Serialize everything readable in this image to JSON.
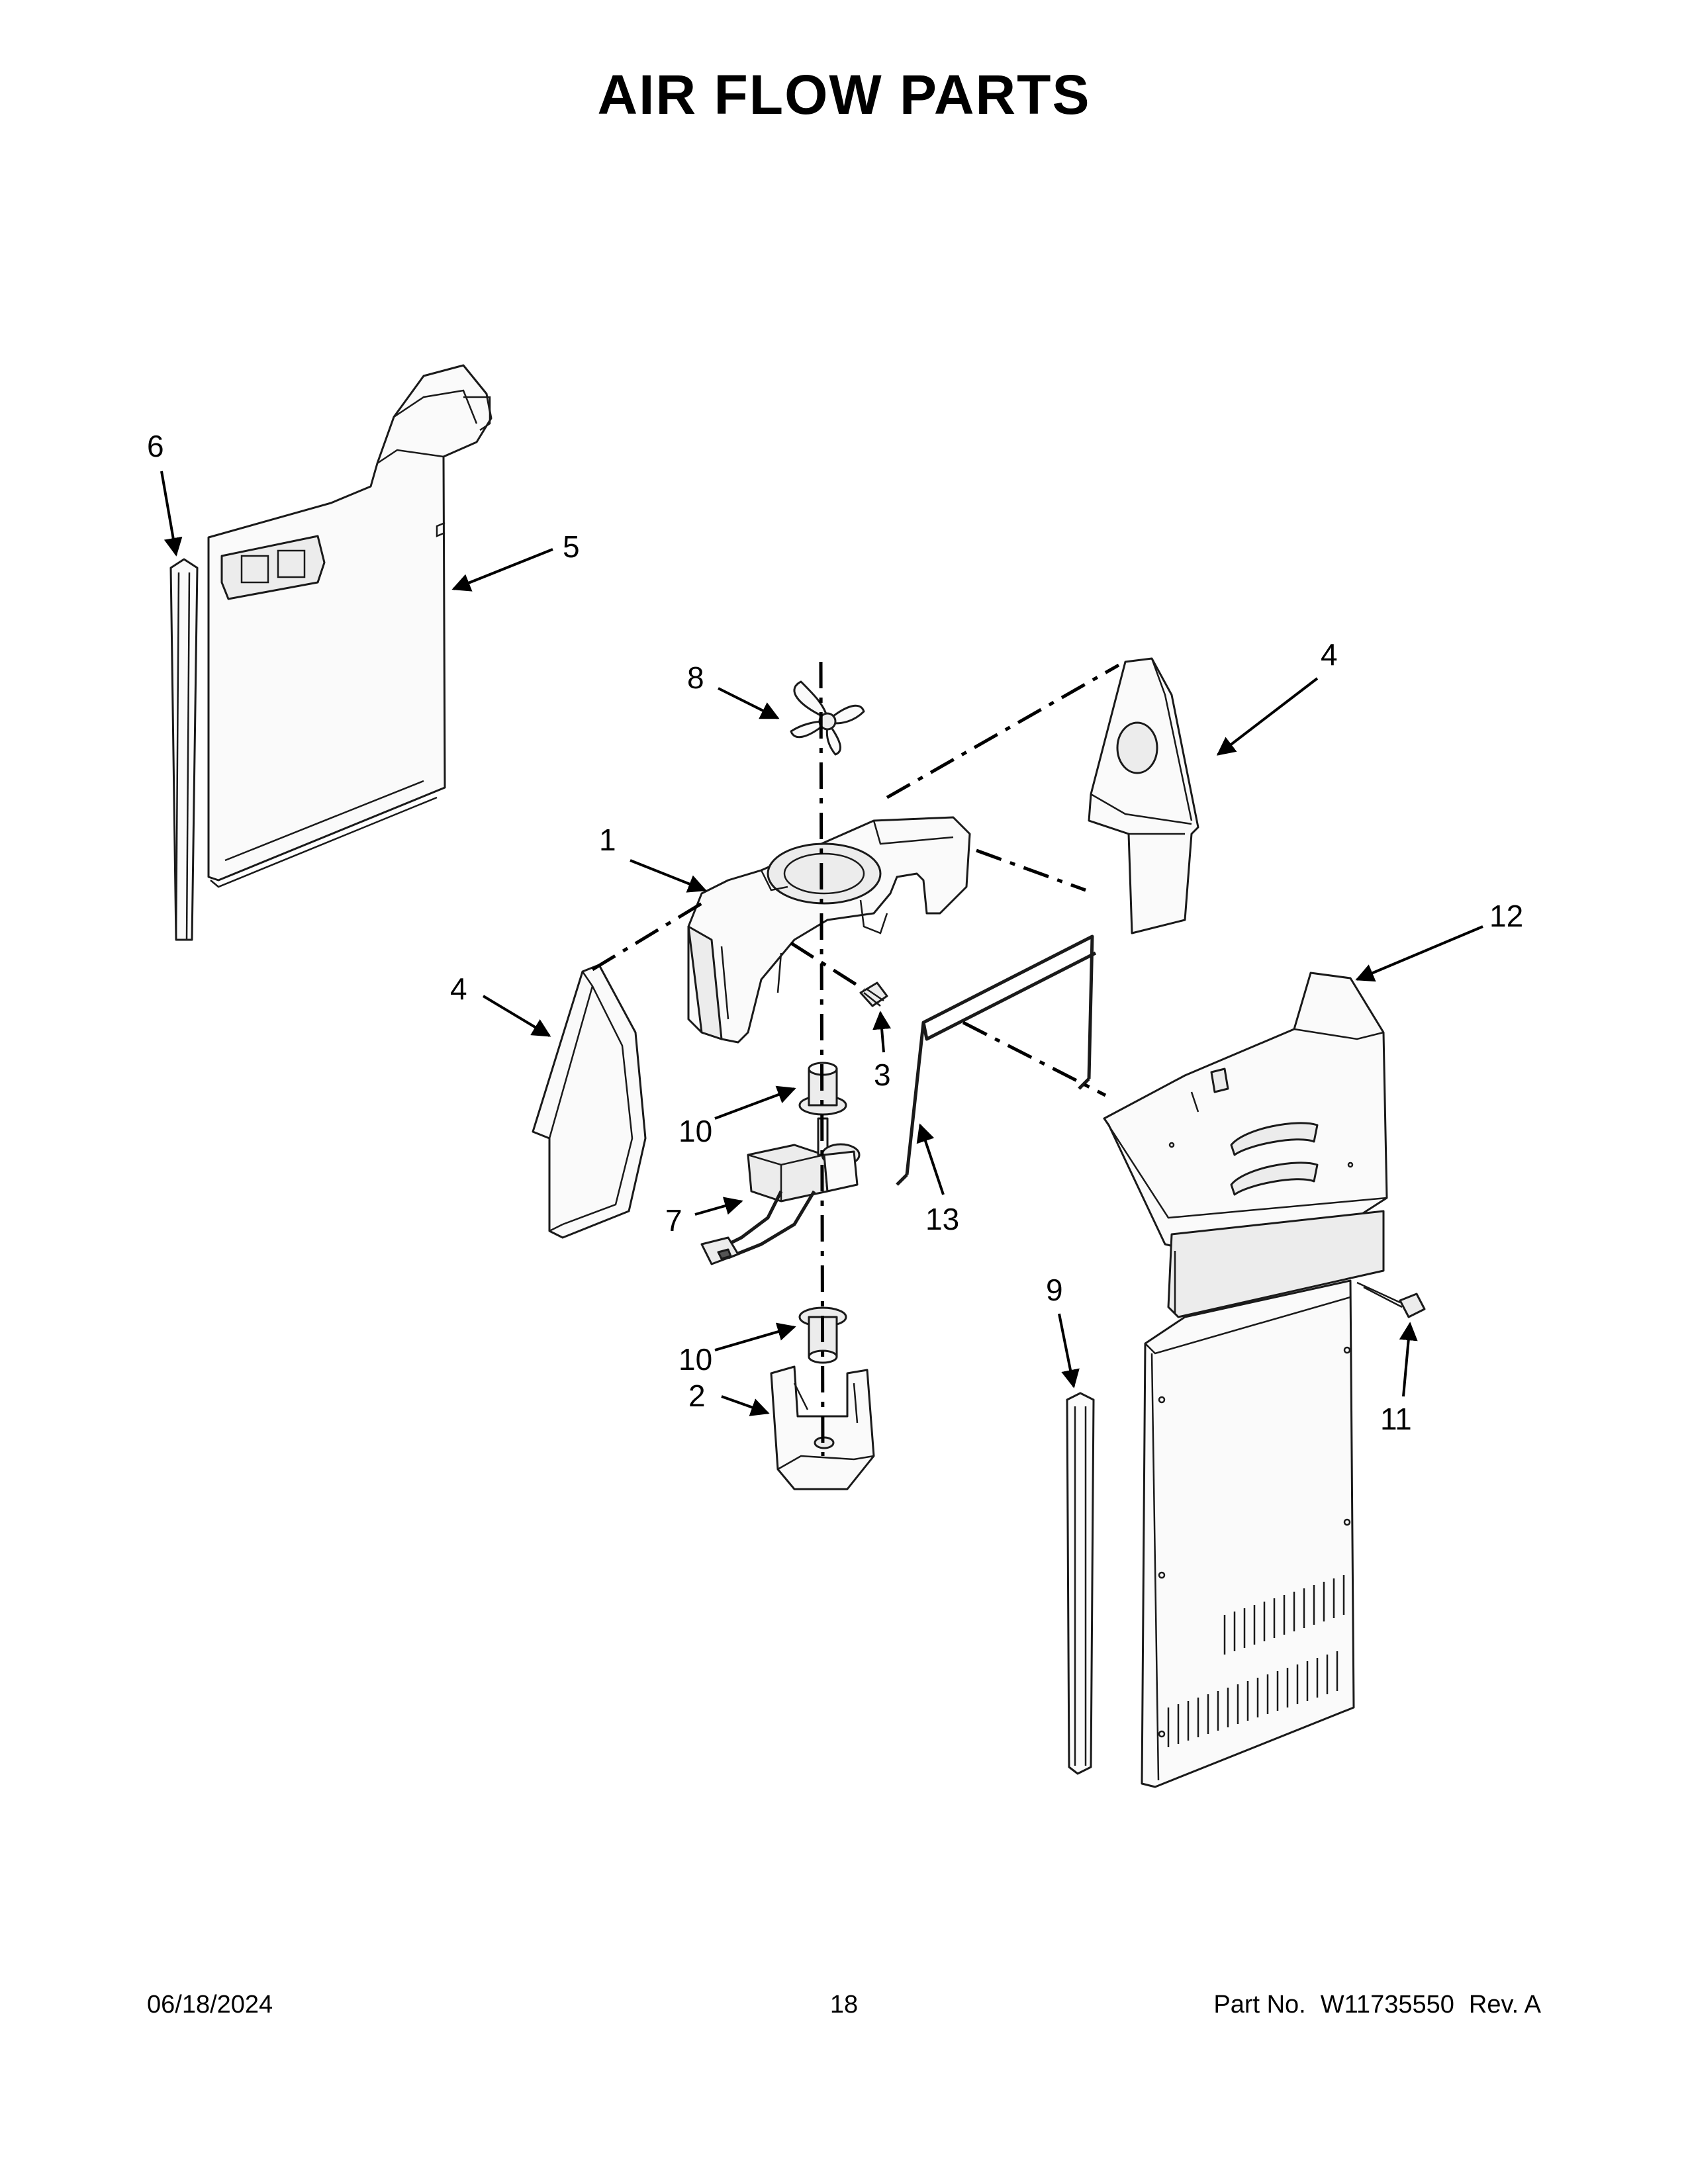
{
  "page": {
    "title": "AIR FLOW PARTS",
    "date": "06/18/2024",
    "page_number": "18",
    "part_label": "Part No.",
    "part_number": "W11735550",
    "revision": "Rev. A"
  },
  "callouts": {
    "c1": "1",
    "c2": "2",
    "c3": "3",
    "c4a": "4",
    "c4b": "4",
    "c5": "5",
    "c6": "6",
    "c7": "7",
    "c8": "8",
    "c9": "9",
    "c10a": "10",
    "c10b": "10",
    "c11": "11",
    "c12": "12",
    "c13": "13"
  }
}
